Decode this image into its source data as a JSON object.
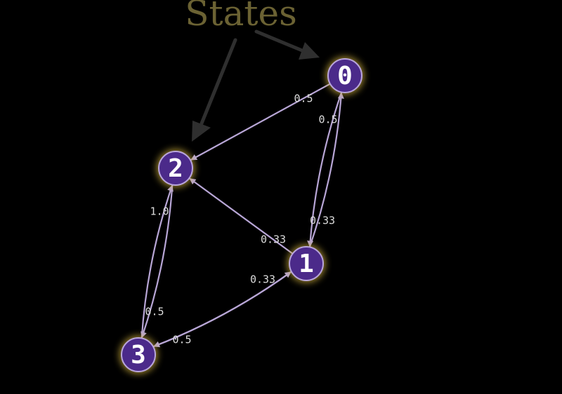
{
  "title": "States",
  "colors": {
    "background": "#000000",
    "title": "#6b6233",
    "pointer_arrow": "#2f2f2f",
    "node_fill": "#4b2a8a",
    "node_stroke": "#b9a6dc",
    "node_glow": "#d2b23c",
    "edge": "#b8a6d6",
    "edge_label": "#dcdcdc"
  },
  "nodes": [
    {
      "id": "0",
      "label": "0"
    },
    {
      "id": "1",
      "label": "1"
    },
    {
      "id": "2",
      "label": "2"
    },
    {
      "id": "3",
      "label": "3"
    }
  ],
  "edges": [
    {
      "from": "0",
      "to": "2",
      "label": "0.5"
    },
    {
      "from": "0",
      "to": "1",
      "label": "0.5"
    },
    {
      "from": "1",
      "to": "0",
      "label": "0.33"
    },
    {
      "from": "1",
      "to": "2",
      "label": "0.33"
    },
    {
      "from": "1",
      "to": "3",
      "label": "0.33"
    },
    {
      "from": "2",
      "to": "3",
      "label": "1.0"
    },
    {
      "from": "3",
      "to": "2",
      "label": "0.5"
    },
    {
      "from": "3",
      "to": "1",
      "label": "0.5"
    }
  ]
}
